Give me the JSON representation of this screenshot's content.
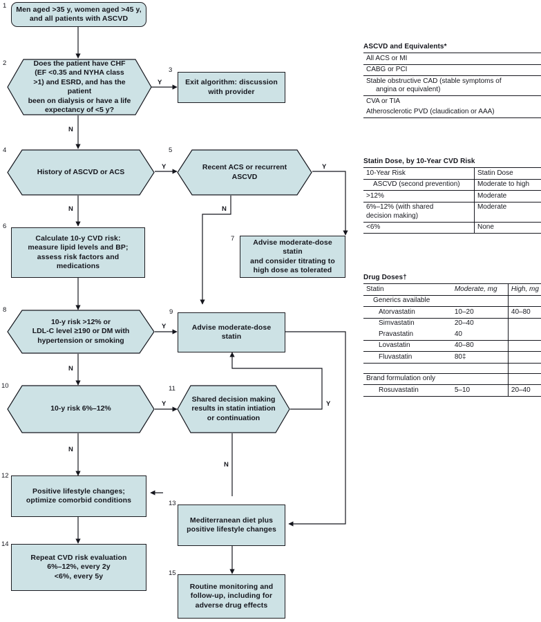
{
  "figure": {
    "type": "clinical-algorithm-flowchart",
    "fill_color": "#cde2e5",
    "line_color": "#15161d"
  },
  "nodes": [
    {
      "id": "1",
      "shape": "rounded",
      "text": "Men aged >35 y, women aged >45 y, and all patients with ASCVD"
    },
    {
      "id": "2",
      "shape": "hexagon",
      "text": "Does the patient have CHF (EF <0.35 and NYHA class >1) and ESRD, and has the patient been on dialysis or have a life expectancy of <5 y?"
    },
    {
      "id": "3",
      "shape": "rect",
      "text": "Exit algorithm: discussion with provider"
    },
    {
      "id": "4",
      "shape": "hexagon",
      "text": "History of ASCVD or ACS"
    },
    {
      "id": "5",
      "shape": "hexagon",
      "text": "Recent ACS or recurrent ASCVD"
    },
    {
      "id": "6",
      "shape": "rect",
      "text": "Calculate 10-y CVD risk: measure lipid levels and BP; assess risk factors and medications"
    },
    {
      "id": "7",
      "shape": "rect",
      "text": "Advise moderate-dose statin and consider titrating to high dose as tolerated"
    },
    {
      "id": "8",
      "shape": "hexagon",
      "text": "10-y risk >12% or LDL-C level ≥190 or DM with hypertension or smoking"
    },
    {
      "id": "9",
      "shape": "rect",
      "text": "Advise moderate-dose statin"
    },
    {
      "id": "10",
      "shape": "hexagon",
      "text": "10-y risk 6%–12%"
    },
    {
      "id": "11",
      "shape": "hexagon",
      "text": "Shared decision making results in statin intiation or continuation"
    },
    {
      "id": "12",
      "shape": "rect",
      "text": "Positive lifestyle changes; optimize comorbid conditions"
    },
    {
      "id": "13",
      "shape": "rect",
      "text": "Mediterranean diet plus positive lifestyle changes"
    },
    {
      "id": "14",
      "shape": "rect",
      "text": "Repeat CVD risk evaluation 6%–12%, every 2y <6%, every 5y"
    },
    {
      "id": "15",
      "shape": "rect",
      "text": "Routine monitoring and follow-up, including for adverse drug effects"
    }
  ],
  "node_lines": {
    "n1": [
      "Men aged >35 y, women aged >45 y,",
      "and all patients with ASCVD"
    ],
    "n2": [
      "Does the patient have CHF",
      "(EF <0.35 and NYHA class",
      ">1) and ESRD, and has the patient",
      "been on dialysis or have a life",
      "expectancy of <5 y?"
    ],
    "n3": [
      "Exit algorithm: discussion",
      "with provider"
    ],
    "n4": [
      "History of ASCVD or ACS"
    ],
    "n5": [
      "Recent ACS or recurrent",
      "ASCVD"
    ],
    "n6": [
      "Calculate 10-y CVD risk:",
      "measure lipid levels and BP;",
      "assess risk factors and",
      "medications"
    ],
    "n7": [
      "Advise moderate-dose statin",
      "and consider titrating to",
      "high dose as tolerated"
    ],
    "n8": [
      "10-y risk >12% or",
      "LDL-C level ≥190 or DM with",
      "hypertension or smoking"
    ],
    "n9": [
      "Advise moderate-dose statin"
    ],
    "n10": [
      "10-y risk 6%–12%"
    ],
    "n11": [
      "Shared decision making",
      "results in statin intiation",
      "or continuation"
    ],
    "n12": [
      "Positive lifestyle changes;",
      "optimize comorbid conditions"
    ],
    "n13": [
      "Mediterranean diet plus",
      "positive lifestyle changes"
    ],
    "n14": [
      "Repeat CVD risk evaluation",
      "6%–12%, every 2y",
      "<6%, every 5y"
    ],
    "n15": [
      "Routine monitoring and",
      "follow-up, including for",
      "adverse drug effects"
    ]
  },
  "branch_labels": {
    "n2_yes": "Y",
    "n2_no": "N",
    "n4_yes": "Y",
    "n4_no": "N",
    "n5_yes": "Y",
    "n5_no": "N",
    "n8_yes": "Y",
    "n8_no": "N",
    "n10_yes": "Y",
    "n10_no": "N",
    "n11_yes": "Y",
    "n11_no": "N"
  },
  "tables": {
    "ascvd_equivalents": {
      "title": "ASCVD and Equivalents*",
      "rows": [
        {
          "text": "All ACS or MI",
          "sub": ""
        },
        {
          "text": "CABG or PCI",
          "sub": ""
        },
        {
          "text": "Stable obstructive CAD (stable symptoms of",
          "sub": "angina or equivalent)"
        },
        {
          "text": "CVA or TIA",
          "sub": ""
        },
        {
          "text": "Atherosclerotic PVD (claudication or AAA)",
          "sub": ""
        }
      ]
    },
    "statin_dose_by_risk": {
      "title": "Statin Dose, by 10-Year CVD Risk",
      "headers": [
        "10-Year Risk",
        "Statin Dose"
      ],
      "rows": [
        {
          "risk": "ASCVD (second prevention)",
          "risk_sub": "",
          "dose": "Moderate to high"
        },
        {
          "risk": ">12%",
          "risk_sub": "",
          "dose": "Moderate"
        },
        {
          "risk": "6%–12% (with shared",
          "risk_sub": "decision making)",
          "dose": "Moderate"
        },
        {
          "risk": "<6%",
          "risk_sub": "",
          "dose": "None"
        }
      ]
    },
    "drug_doses": {
      "title": "Drug Doses†",
      "headers": [
        "Statin",
        "Moderate, mg",
        "High, mg"
      ],
      "rows": [
        {
          "statin": "Generics available",
          "moderate": "",
          "high": "",
          "group": true
        },
        {
          "statin": "Atorvastatin",
          "moderate": "10–20",
          "high": "40–80",
          "group": false
        },
        {
          "statin": "Simvastatin",
          "moderate": "20–40",
          "high": "",
          "group": false
        },
        {
          "statin": "Pravastatin",
          "moderate": "40",
          "high": "",
          "group": false
        },
        {
          "statin": "Lovastatin",
          "moderate": "40–80",
          "high": "",
          "group": false
        },
        {
          "statin": "Fluvastatin",
          "moderate": "80‡",
          "high": "",
          "group": false
        },
        {
          "statin": "",
          "moderate": "",
          "high": "",
          "group": false
        },
        {
          "statin": "Brand formulation only",
          "moderate": "",
          "high": "",
          "group": true
        },
        {
          "statin": "Rosuvastatin",
          "moderate": "5–10",
          "high": "20–40",
          "group": false
        }
      ]
    }
  }
}
